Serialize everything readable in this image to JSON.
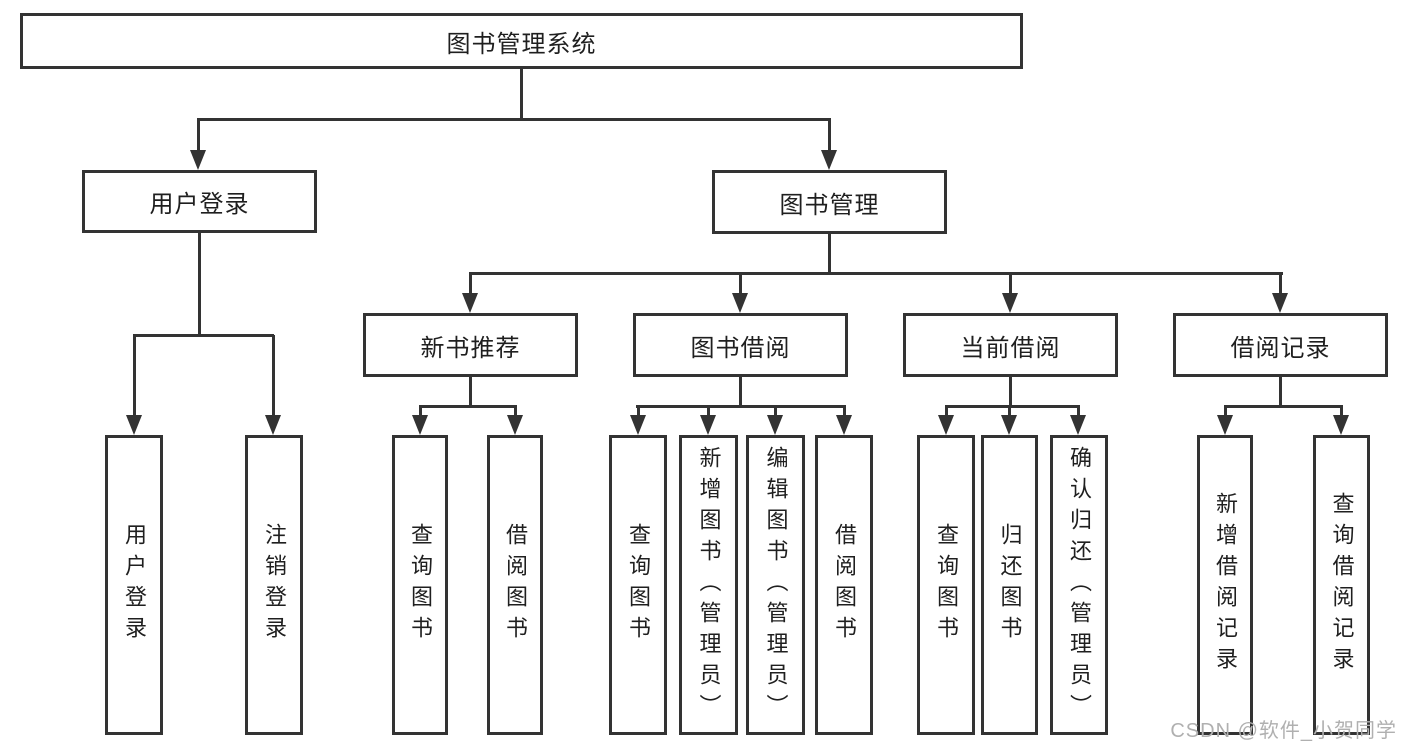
{
  "diagram_title": "图书管理系统",
  "tree": {
    "root": {
      "label": "图书管理系统"
    },
    "children": [
      {
        "label": "用户登录",
        "children": [
          {
            "label": "用户登录"
          },
          {
            "label": "注销登录"
          }
        ]
      },
      {
        "label": "图书管理",
        "children": [
          {
            "label": "新书推荐",
            "children": [
              {
                "label": "查询图书"
              },
              {
                "label": "借阅图书"
              }
            ]
          },
          {
            "label": "图书借阅",
            "children": [
              {
                "label": "查询图书"
              },
              {
                "label": "新增图书（管理员）"
              },
              {
                "label": "编辑图书（管理员）"
              },
              {
                "label": "借阅图书"
              }
            ]
          },
          {
            "label": "当前借阅",
            "children": [
              {
                "label": "查询图书"
              },
              {
                "label": "归还图书"
              },
              {
                "label": "确认归还（管理员）"
              }
            ]
          },
          {
            "label": "借阅记录",
            "children": [
              {
                "label": "新增借阅记录"
              },
              {
                "label": "查询借阅记录"
              }
            ]
          }
        ]
      }
    ]
  },
  "watermark": {
    "text": "CSDN @软件_小贺同学"
  },
  "colors": {
    "line": "#333333",
    "text": "#1f1f1f",
    "watermark": "#b0b0b0",
    "background": "#ffffff"
  }
}
